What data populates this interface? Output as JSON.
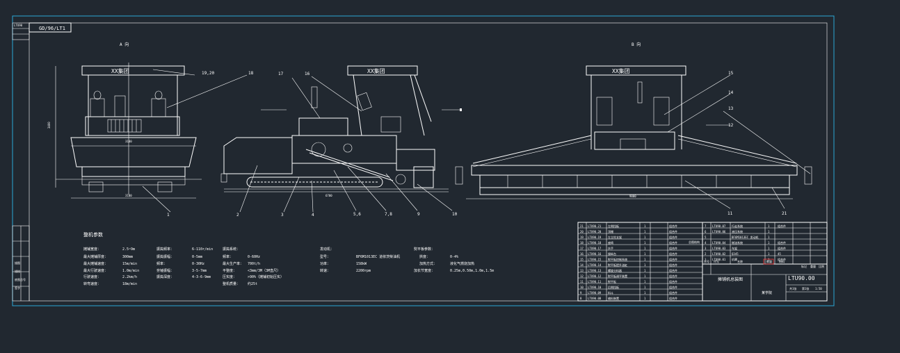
{
  "drawing": {
    "code_box": "GD/96/LT1",
    "code_box2": "LTU90",
    "view_a_label": "A 向",
    "view_b_label": "B 向",
    "brand_a": "XX集团",
    "brand_b": "XX集团",
    "brand_c": "XX集团",
    "colors": {
      "background": "#212830",
      "frame": "#2aa7d6",
      "lines": "#ffffff",
      "accent": "#ff3b3b"
    }
  },
  "dimensions": {
    "front_height": "3400",
    "front_width_top": "3100",
    "front_width_bottom": "3100",
    "side_length": "6700",
    "rear_width": "9000"
  },
  "callouts": [
    "1",
    "2",
    "3",
    "4",
    "5,6",
    "7,8",
    "9",
    "10",
    "11",
    "12",
    "13",
    "14",
    "15",
    "16",
    "17",
    "18",
    "19,20",
    "21"
  ],
  "spec_block": {
    "heading": "整机参数",
    "col1": [
      {
        "label": "摊铺宽度：",
        "value": "2.5~9m"
      },
      {
        "label": "最大摊铺厚度：",
        "value": "300mm"
      },
      {
        "label": "最大摊铺速度：",
        "value": "15m/min"
      },
      {
        "label": "最大行驶速度：",
        "value": "1.0m/min"
      },
      {
        "label": "行驶速度：",
        "value": "2.2km/h"
      },
      {
        "label": "转弯速度：",
        "value": "18m/min"
      }
    ],
    "col2": [
      {
        "label": "振捣频率：",
        "value": "6-110r/min"
      },
      {
        "label": "振捣振幅：",
        "value": "0-5mm"
      },
      {
        "label": "频率：",
        "value": "0-30Hz"
      },
      {
        "label": "夯锤振幅：",
        "value": "3-5-7mm"
      },
      {
        "label": "振捣深度：",
        "value": "4-3-6-9mm"
      }
    ],
    "col3": [
      {
        "label": "振捣系统：",
        "value": ""
      },
      {
        "label": "频率：",
        "value": "0-60Hz"
      },
      {
        "label": "最大生产率：",
        "value": "700t/h"
      },
      {
        "label": "平整度：",
        "value": "<3mm/3M（3M直尺）"
      },
      {
        "label": "压实度：",
        "value": ">90%（摊铺初始压实）"
      },
      {
        "label": "整机质量：",
        "value": "约25t"
      }
    ],
    "col4": [
      {
        "label": "发动机：",
        "value": ""
      },
      {
        "label": "型号：",
        "value": "BF6M1013EC 道依茨柴油机"
      },
      {
        "label": "功率：",
        "value": "158kW"
      },
      {
        "label": "转速：",
        "value": "2200rpm"
      }
    ],
    "col5": [
      {
        "label": "熨平板参数：",
        "value": ""
      },
      {
        "label": "拱度：",
        "value": "0-4%"
      },
      {
        "label": "加热方式：",
        "value": "液化气燃烧加热"
      },
      {
        "label": "加长节宽度：",
        "value": "0.25m,0.50m,1.0m,1.5m"
      }
    ]
  },
  "bom": {
    "rows_left": [
      {
        "n": "21",
        "code": "LTU90.21",
        "name": "左侧挡板",
        "q": "1",
        "m": "组合件"
      },
      {
        "n": "20",
        "code": "LTU90.20",
        "name": "顶棚",
        "q": "1",
        "m": "组合件"
      },
      {
        "n": "19",
        "code": "LTU90.19",
        "name": "左立柱支架",
        "q": "1",
        "m": "组合件"
      },
      {
        "n": "18",
        "code": "LTU90.18",
        "name": "座椅",
        "q": "1",
        "m": "组合件"
      },
      {
        "n": "17",
        "code": "LTU90.17",
        "name": "扶手",
        "q": "1",
        "m": "组合件"
      },
      {
        "n": "16",
        "code": "LTU90.16",
        "name": "操纵台",
        "q": "1",
        "m": "组合件"
      },
      {
        "n": "15",
        "code": "LTU90.15",
        "name": "熨平板控制系统",
        "q": "1",
        "m": "组合件"
      },
      {
        "n": "14",
        "code": "LTU90.14",
        "name": "熨平板提升油缸",
        "q": "1",
        "m": "组合件"
      },
      {
        "n": "13",
        "code": "LTU90.13",
        "name": "螺旋分料器",
        "q": "1",
        "m": "组合件"
      },
      {
        "n": "12",
        "code": "LTU90.12",
        "name": "熨平板调平装置",
        "q": "1",
        "m": "组合件"
      },
      {
        "n": "11",
        "code": "LTU90.11",
        "name": "熨平板",
        "q": "1",
        "m": "组合件"
      },
      {
        "n": "10",
        "code": "LTU90.10",
        "name": "后侧挡板",
        "q": "1",
        "m": "组合件"
      },
      {
        "n": "9",
        "code": "LTU90.09",
        "name": "料斗",
        "q": "1",
        "m": "组合件"
      },
      {
        "n": "8",
        "code": "LTU90.08",
        "name": "输料装置",
        "q": "1",
        "m": "组合件"
      }
    ],
    "rows_right": [
      {
        "n": "7",
        "code": "LTU90.07",
        "name": "行走系统",
        "q": "1",
        "m": "组合件"
      },
      {
        "n": "6",
        "code": "LTU90.06",
        "name": "液压系统",
        "q": "1",
        "m": ""
      },
      {
        "n": "5",
        "code": "",
        "name": "BF6M1013EC 发动机",
        "q": "1",
        "m": ""
      },
      {
        "n": "4",
        "code": "LTU90.04",
        "name": "燃油系统",
        "q": "1",
        "m": "组合件"
      },
      {
        "n": "3",
        "code": "LTU90.03",
        "name": "车架",
        "q": "1",
        "m": "组合件"
      },
      {
        "n": "2",
        "code": "LTU90.02",
        "name": "Q345",
        "q": "1",
        "m": "45"
      },
      {
        "n": "1",
        "code": "LTU90.01",
        "name": "机罩",
        "q": "1",
        "m": "组合件"
      }
    ],
    "header": {
      "n": "序号",
      "code": "代号",
      "name": "名称",
      "q": "数量",
      "m": "材料"
    },
    "title_name": "摊铺机总装图",
    "drawing_no": "LTU90.00",
    "school": "某学院",
    "mark_a": "标记",
    "mark_b": "重量",
    "mark_c": "比例",
    "scale": "1:50",
    "sheet_count": "共1张",
    "sheet_no": "第1张",
    "side_mark": "总图结构"
  },
  "left_stamp": [
    "描图",
    "描校",
    "底图总号",
    "签字",
    "日期"
  ]
}
